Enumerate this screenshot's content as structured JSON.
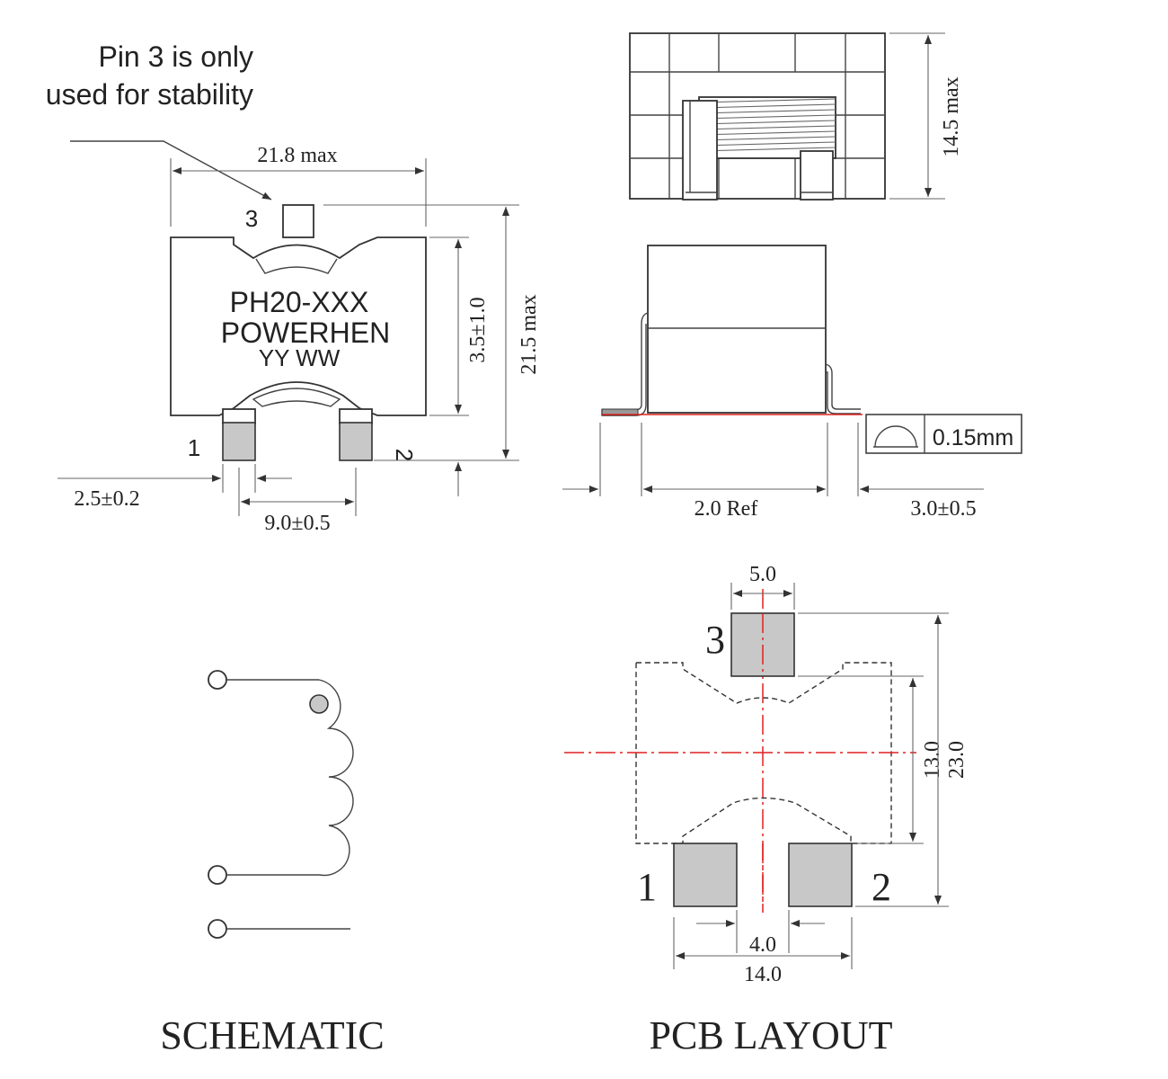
{
  "note": {
    "line1": "Pin 3 is only",
    "line2": "used for stability"
  },
  "top_view": {
    "part_number": "PH20-XXX",
    "brand": "POWERHEN",
    "date_code": "YY WW",
    "pin1": "1",
    "pin2": "2",
    "pin3": "3",
    "dim_width": "21.8 max",
    "dim_height": "21.5 max",
    "dim_inner": "3.5±1.0",
    "dim_lead": "2.5±0.2",
    "dim_pitch": "9.0±0.5"
  },
  "side_view": {
    "dim_height": "14.5 max",
    "dim_ref": "2.0 Ref",
    "dim_lead": "3.0±0.5",
    "coplanarity": "0.15mm"
  },
  "schematic": {
    "title": "SCHEMATIC"
  },
  "pcb": {
    "title": "PCB LAYOUT",
    "pad_width": "5.0",
    "pad_gap": "4.0",
    "pad_span": "14.0",
    "inner_height": "13.0",
    "outer_height": "23.0",
    "pad1": "1",
    "pad2": "2",
    "pad3": "3"
  }
}
